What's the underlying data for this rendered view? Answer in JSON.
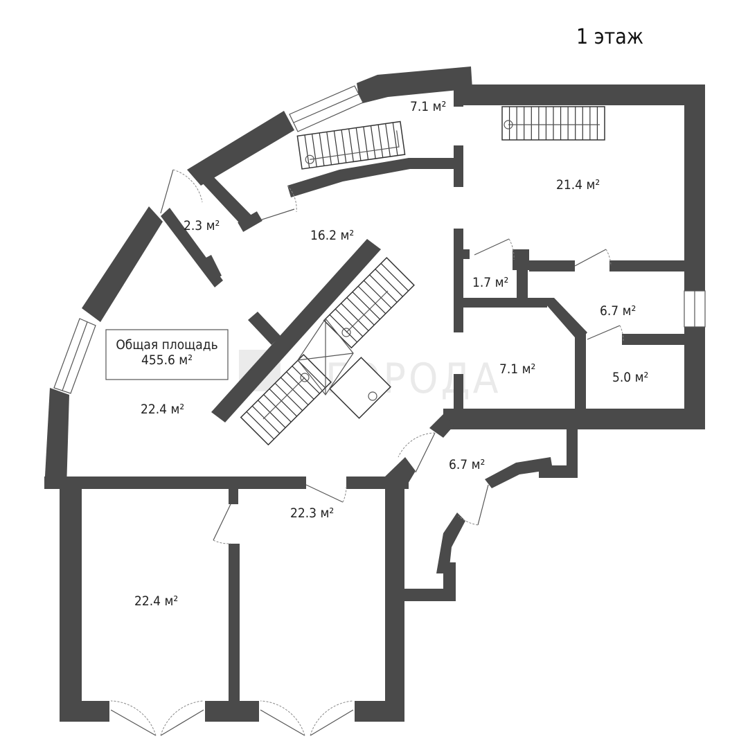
{
  "floor_title": "1 этаж",
  "total_area": {
    "label": "Общая площадь",
    "value": "455.6 м²"
  },
  "rooms": [
    {
      "id": "r1",
      "area": "7.1 м²"
    },
    {
      "id": "r2",
      "area": "21.4 м²"
    },
    {
      "id": "r3",
      "area": "2.3 м²"
    },
    {
      "id": "r4",
      "area": "16.2 м²"
    },
    {
      "id": "r5",
      "area": "1.7 м²"
    },
    {
      "id": "r6",
      "area": "6.7 м²"
    },
    {
      "id": "r7",
      "area": "7.1 м²"
    },
    {
      "id": "r8",
      "area": "5.0 м²"
    },
    {
      "id": "r9",
      "area": "22.4 м²"
    },
    {
      "id": "r10",
      "area": "6.7 м²"
    },
    {
      "id": "r11",
      "area": "22.3 м²"
    },
    {
      "id": "r12",
      "area": "22.4 м²"
    }
  ],
  "watermark": "ГОРОДА",
  "colors": {
    "wall": "#4a4a4a",
    "background": "#ffffff"
  }
}
